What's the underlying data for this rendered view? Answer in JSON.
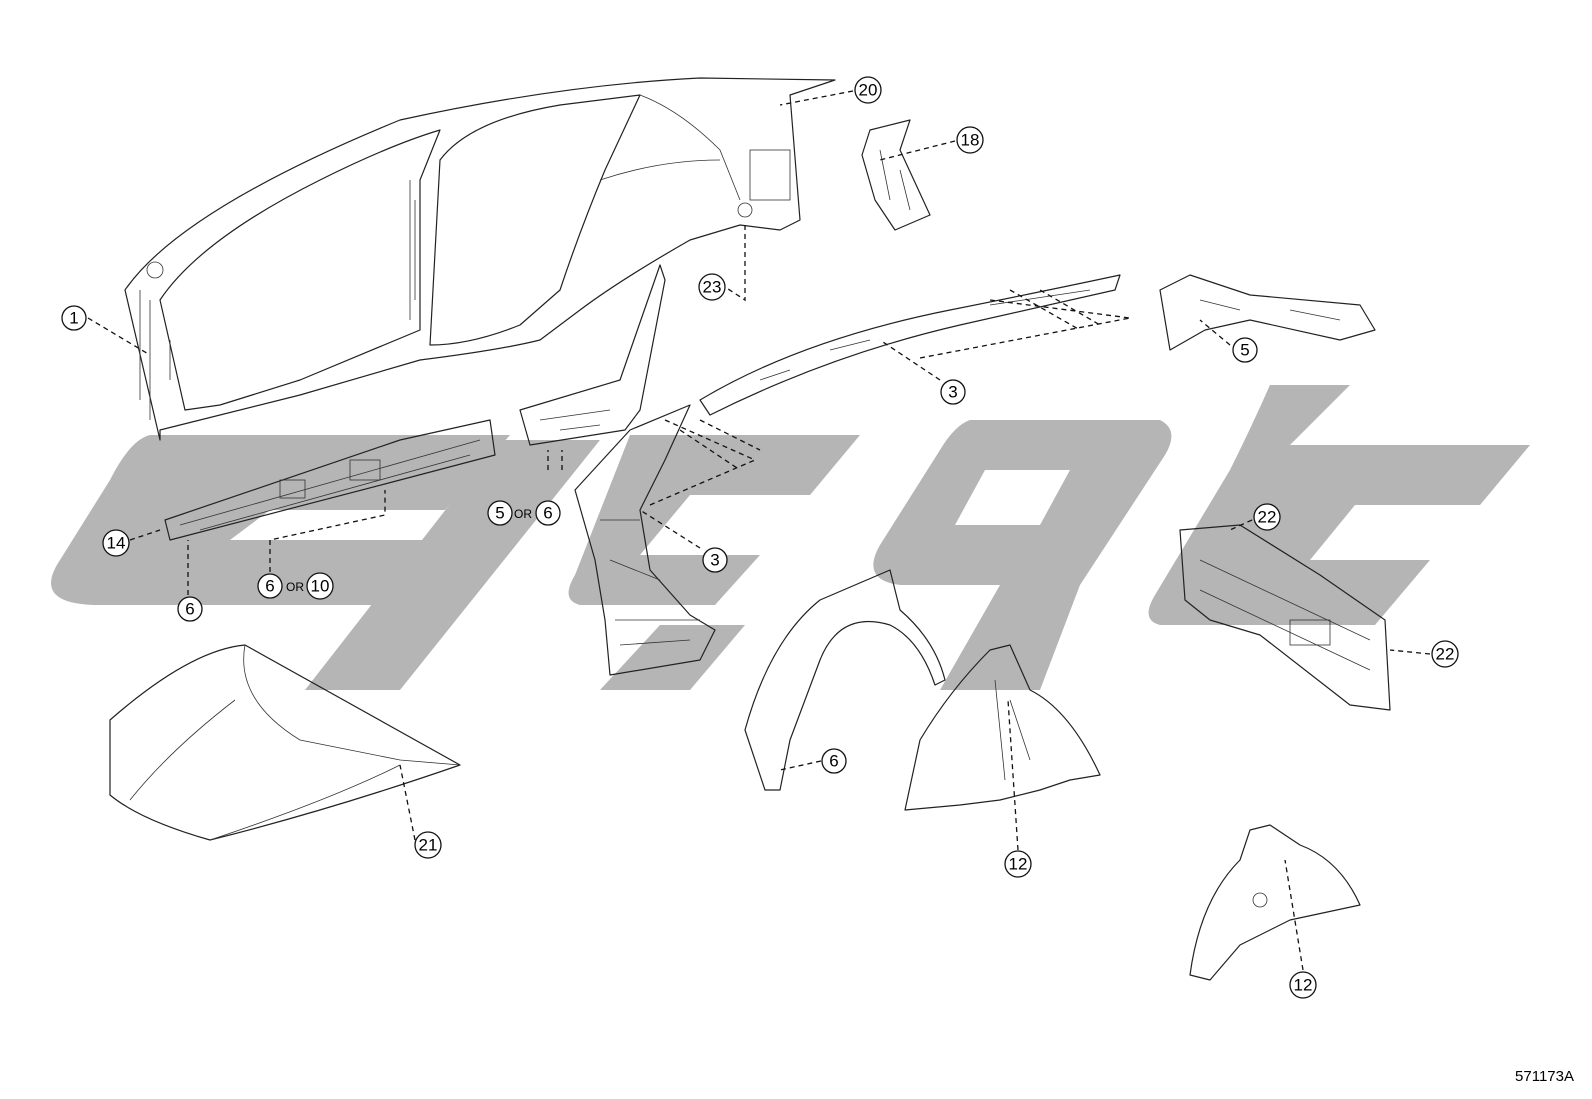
{
  "diagram_id": "571173A",
  "callouts": {
    "c1": "1",
    "c20": "20",
    "c18": "18",
    "c23": "23",
    "c5a": "5",
    "c3a": "3",
    "c14": "14",
    "c6a": "6",
    "c6or": "6",
    "c10": "10",
    "c5or": "5",
    "c6b": "6",
    "c3b": "3",
    "c22a": "22",
    "c22b": "22",
    "c6c": "6",
    "c21": "21",
    "c12a": "12",
    "c12b": "12"
  },
  "or_labels": {
    "or1": "OR",
    "or2": "OR"
  },
  "watermark": {
    "color": "#b5b5b5"
  }
}
